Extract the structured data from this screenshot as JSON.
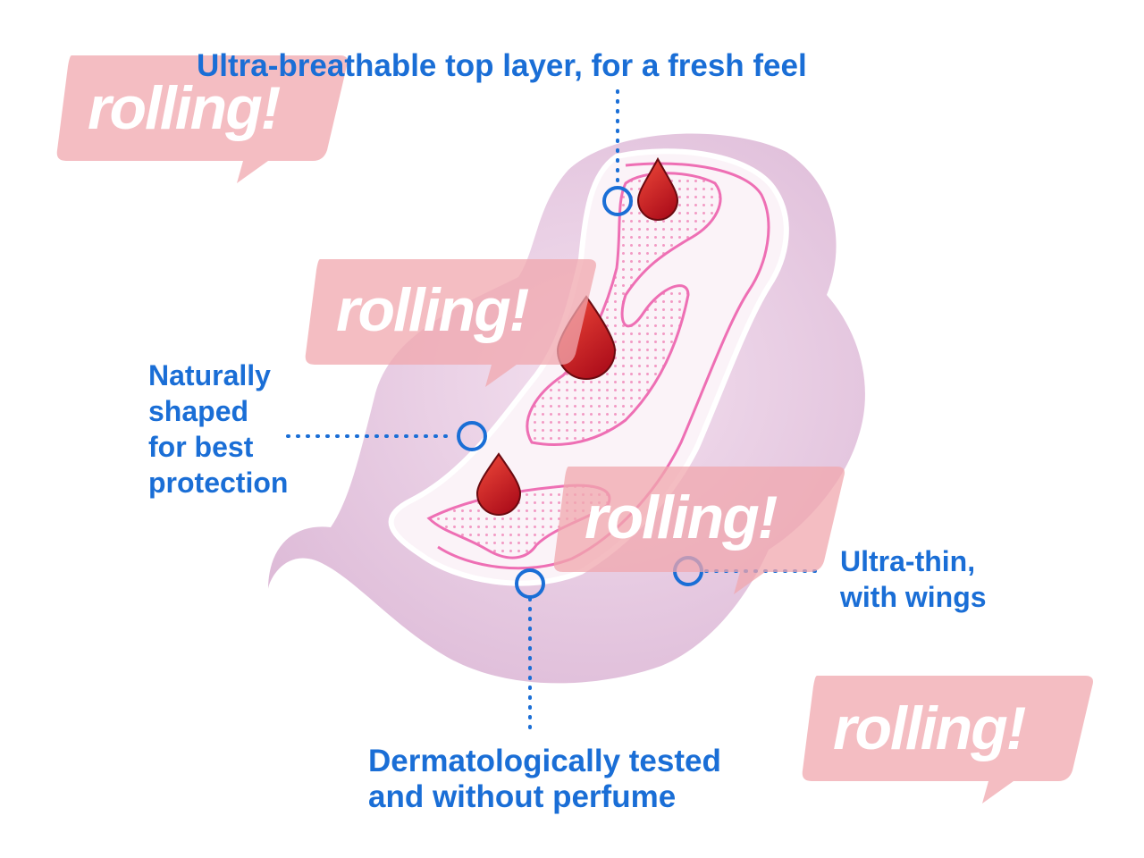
{
  "diagram": {
    "callouts": {
      "top": {
        "lines": [
          "Ultra-breathable top layer, for a fresh feel"
        ]
      },
      "left": {
        "lines": [
          "Naturally",
          "shaped",
          "for best",
          "protection"
        ]
      },
      "right": {
        "lines": [
          "Ultra-thin,",
          "with wings"
        ]
      },
      "bottom": {
        "lines": [
          "Dermatologically tested",
          "and without perfume"
        ]
      }
    },
    "watermark_text": "rolling!",
    "colors": {
      "label": "#1a6ed6",
      "pad_outer": "#e8c9e4",
      "pad_inner": "#fbf3f8",
      "channel_line": "#ee6fb4",
      "drop": "#d4202a",
      "watermark_bubble": "#f0a7ad"
    },
    "icons": [
      "droplet-icon",
      "droplet-icon",
      "droplet-icon"
    ]
  }
}
